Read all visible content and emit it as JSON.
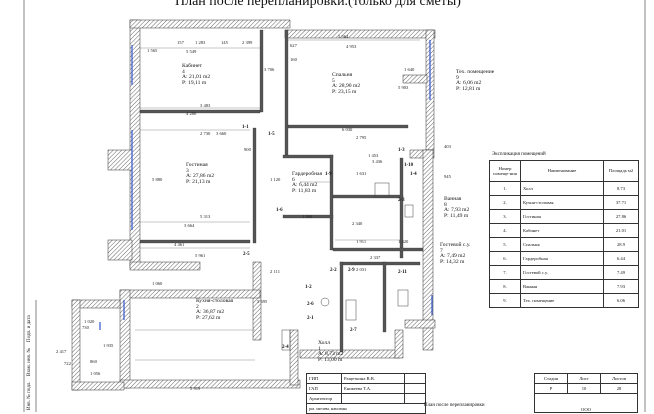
{
  "title": "План после перепланировки.(только для сметы)",
  "rooms": [
    {
      "name": "Кабинет",
      "num": "4",
      "area": "A: 21,01 m2",
      "perim": "P: 19,11 m"
    },
    {
      "name": "Спальня",
      "num": "5",
      "area": "A: 28,90 m2",
      "perim": "P: 23,15 m"
    },
    {
      "name": "Тех. помещение",
      "num": "9",
      "area": "A: 6,06 m2",
      "perim": "P: 12,81 m"
    },
    {
      "name": "Гостиная",
      "num": "3",
      "area": "A: 27,86 m2",
      "perim": "P: 21,13 m"
    },
    {
      "name": "Гардеробная",
      "num": "6",
      "area": "A: 6,44 m2",
      "perim": "P: 11,83 m"
    },
    {
      "name": "Ванная",
      "num": "8",
      "area": "A: 7,93 m2",
      "perim": "P: 11,49 m"
    },
    {
      "name": "Гостевой с.у.",
      "num": "7",
      "area": "A: 7,49 m2",
      "perim": "P: 14,32 m"
    },
    {
      "name": "Кухня-столовая",
      "num": "2",
      "area": "A: 36,87 m2",
      "perim": "P: 27,62 m"
    },
    {
      "name": "Холл",
      "num": "1",
      "area": "A: 8,73 m2",
      "perim": "P: 13,00 m"
    }
  ],
  "dims": [
    "5 564",
    "4 953",
    "1 565",
    "5 549",
    "157",
    "1 283",
    "145",
    "2 399",
    "627",
    "160",
    "3 706",
    "1 640",
    "5 903",
    "3 483",
    "4 280",
    "2 730",
    "3 660",
    "6 030",
    "2 795",
    "1 453",
    "1 631",
    "3 436",
    "5 880",
    "5 313",
    "3 664",
    "4 461",
    "5 961",
    "1 984",
    "2 340",
    "1 911",
    "1 420",
    "2 337",
    "1 060",
    "5 919",
    "5 695",
    "900",
    "1 120",
    "1 020",
    "730",
    "1 935",
    "2 417",
    "1 056",
    "860",
    "722",
    "403",
    "945",
    "2 111",
    "2 031"
  ],
  "tags": [
    "1-1",
    "1-2",
    "1-4",
    "1-5",
    "1-6",
    "1-9",
    "1-10",
    "1-3",
    "2-1",
    "2-2",
    "2-3",
    "2-5",
    "2-6",
    "2-7",
    "2-9",
    "2-11",
    "2-4"
  ],
  "explication": {
    "title": "Экспликация помещений",
    "headers": [
      "Номер помеще-ния",
      "Наименование",
      "Площадь м2"
    ],
    "rows": [
      [
        "1.",
        "Холл",
        "8.73"
      ],
      [
        "2.",
        "Кухня-столовая",
        "37.71"
      ],
      [
        "3.",
        "Гостиная",
        "27.86"
      ],
      [
        "4.",
        "Кабинет",
        "21.01"
      ],
      [
        "5.",
        "Спальня",
        "28.9"
      ],
      [
        "6.",
        "Гардеробная",
        "6.44"
      ],
      [
        "7.",
        "Гостевой с.у.",
        "7.49"
      ],
      [
        "8.",
        "Ванная",
        "7.93"
      ],
      [
        "9.",
        "Тех. помещение",
        "6.06"
      ]
    ]
  },
  "titleblock": {
    "rows": [
      [
        "ГИП",
        "Ращеткина В.В."
      ],
      [
        "ГАП",
        "Еникеева Т.А."
      ],
      [
        "Архитектор",
        ""
      ]
    ],
    "extra": "раз. хмелева, коваленко",
    "stage_header": [
      "Стадия",
      "Лист",
      "Листов"
    ],
    "stage_values": [
      "Р",
      "10",
      "28"
    ],
    "drawing_name": "План после перепланировки",
    "org": "ООО"
  },
  "stamp": [
    "Взам. инв. №",
    "Подп. и дата",
    "Инв. № подл."
  ],
  "colors": {
    "wall": "#555555",
    "hatch": "#444444",
    "window": "#3355cc"
  }
}
